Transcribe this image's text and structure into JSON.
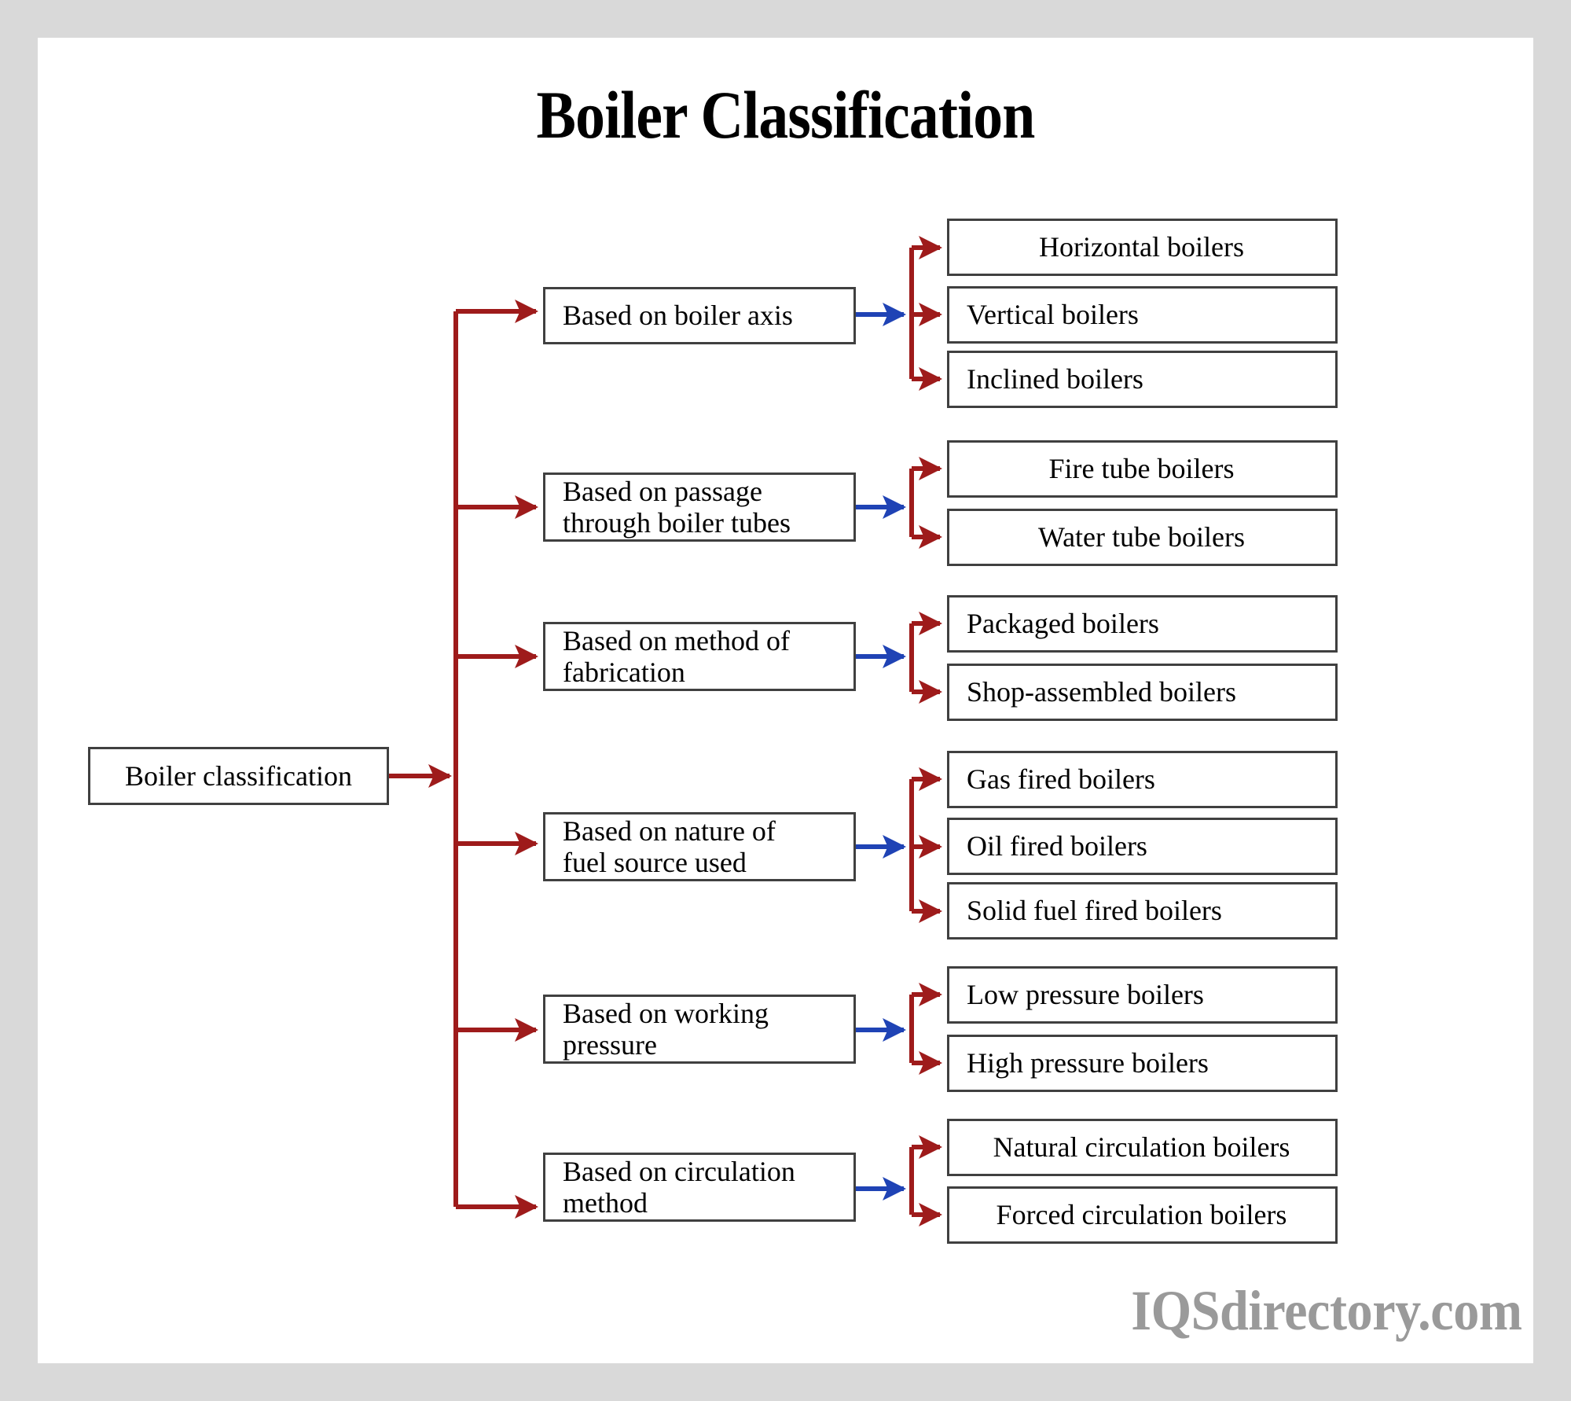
{
  "page": {
    "title": "Boiler Classification",
    "watermark": "IQSdirectory.com",
    "frame_color": "#d9d9d9",
    "canvas_color": "#ffffff"
  },
  "colors": {
    "box_border": "#404040",
    "red_connector": "#9e1b1b",
    "blue_connector": "#1f43b5",
    "text": "#000000",
    "watermark": "#9a9a9a"
  },
  "diagram": {
    "type": "tree",
    "root": {
      "label": "Boiler classification"
    },
    "branches": [
      {
        "label": "Based on boiler axis",
        "children": [
          {
            "label": "Horizontal boilers"
          },
          {
            "label": "Vertical boilers"
          },
          {
            "label": "Inclined boilers"
          }
        ]
      },
      {
        "label": "Based on passage through boiler tubes",
        "children": [
          {
            "label": "Fire tube boilers"
          },
          {
            "label": "Water tube boilers"
          }
        ]
      },
      {
        "label": "Based on method of fabrication",
        "children": [
          {
            "label": "Packaged boilers"
          },
          {
            "label": "Shop-assembled boilers"
          }
        ]
      },
      {
        "label": "Based on nature of fuel source used",
        "children": [
          {
            "label": "Gas fired boilers"
          },
          {
            "label": "Oil fired boilers"
          },
          {
            "label": "Solid fuel fired boilers"
          }
        ]
      },
      {
        "label": "Based on working pressure",
        "children": [
          {
            "label": "Low pressure boilers"
          },
          {
            "label": "High pressure boilers"
          }
        ]
      },
      {
        "label": "Based on circulation method",
        "children": [
          {
            "label": "Natural circulation boilers"
          },
          {
            "label": "Forced circulation boilers"
          }
        ]
      }
    ]
  },
  "nodes": {
    "root": "Boiler classification",
    "b0": "Based on boiler axis",
    "b1_l1": "Based on passage",
    "b1_l2": "through boiler tubes",
    "b2_l1": "Based on method of",
    "b2_l2": "fabrication",
    "b3_l1": "Based on nature of",
    "b3_l2": "fuel source used",
    "b4_l1": "Based on working",
    "b4_l2": "pressure",
    "b5_l1": "Based on circulation",
    "b5_l2": "method",
    "l00": "Horizontal boilers",
    "l01": "Vertical boilers",
    "l02": "Inclined boilers",
    "l10": "Fire tube boilers",
    "l11": "Water tube boilers",
    "l20": "Packaged boilers",
    "l21": "Shop-assembled boilers",
    "l30": "Gas fired boilers",
    "l31": "Oil fired boilers",
    "l32": "Solid fuel fired boilers",
    "l40": "Low pressure boilers",
    "l41": "High pressure boilers",
    "l50": "Natural circulation boilers",
    "l51": "Forced circulation boilers"
  }
}
